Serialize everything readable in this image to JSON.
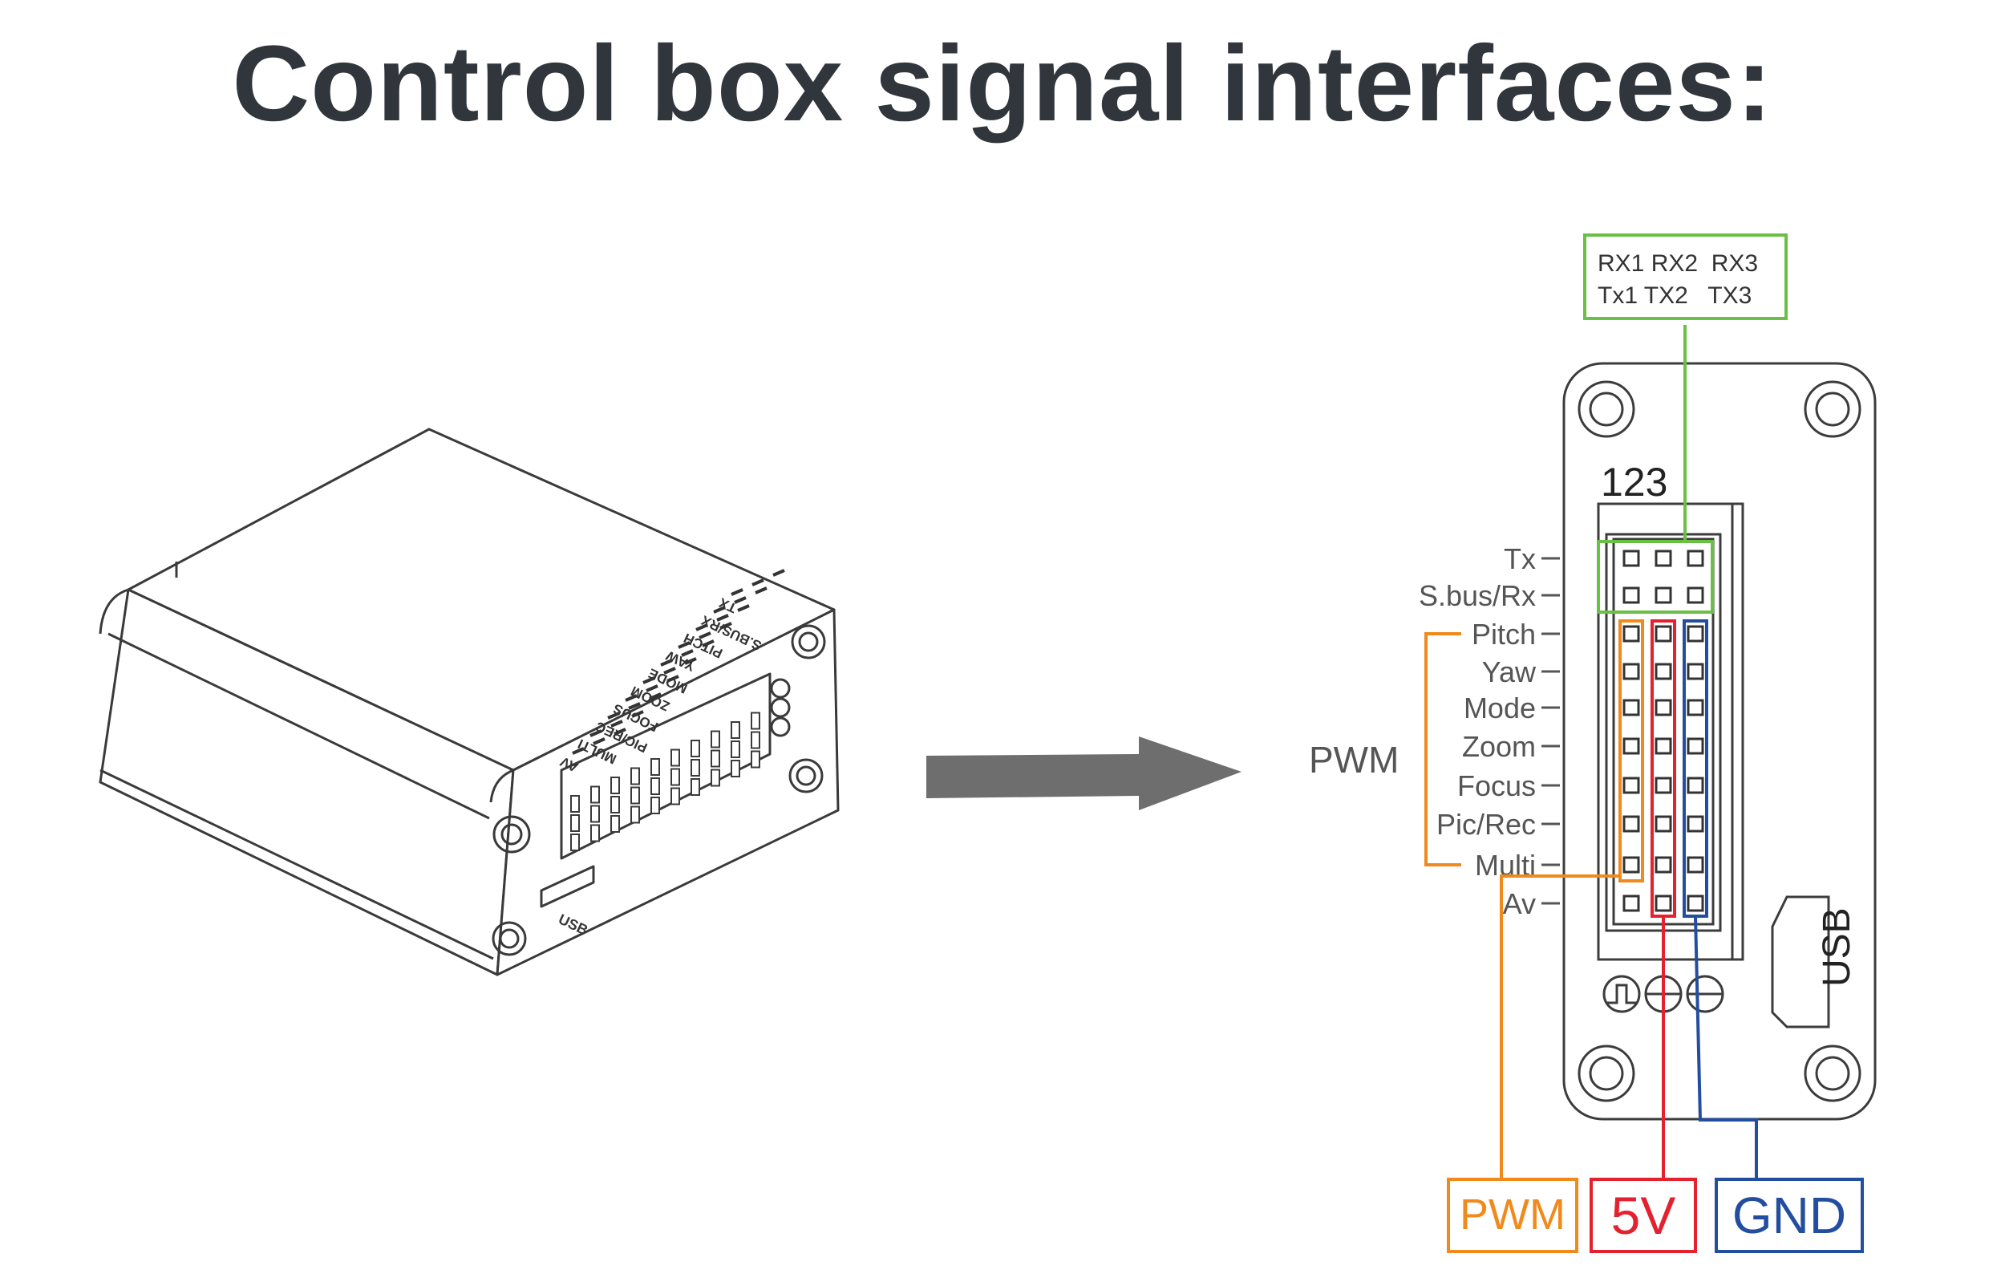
{
  "title": "Control box signal interfaces:",
  "device_illustration": {
    "top_labels": [
      "TX",
      "S.BUS/RX",
      "PITCH",
      "YAW",
      "MODE",
      "ZOOM",
      "FOCUS",
      "PIC/REC",
      "MULTI",
      "AV"
    ],
    "port_label": "USB"
  },
  "arrow": {
    "color": "#6e6e6e"
  },
  "pinout": {
    "column_numbers": "123",
    "uart_box": {
      "line1": "RX1 RX2  RX3",
      "line2": "Tx1 TX2   TX3",
      "color": "#6abf45"
    },
    "rows": [
      {
        "label": "Tx"
      },
      {
        "label": "S.bus/Rx"
      },
      {
        "label": "Pitch"
      },
      {
        "label": "Yaw"
      },
      {
        "label": "Mode"
      },
      {
        "label": "Zoom"
      },
      {
        "label": "Focus"
      },
      {
        "label": "Pic/Rec"
      },
      {
        "label": "Multi"
      },
      {
        "label": "Av"
      }
    ],
    "pwm_group_label": "PWM",
    "usb_label": "USB",
    "symbols": [
      "pwm-signal",
      "positive",
      "negative"
    ],
    "legend": [
      {
        "label": "PWM",
        "color": "#f08a1c"
      },
      {
        "label": "5V",
        "color": "#e3212f"
      },
      {
        "label": "GND",
        "color": "#234ea0"
      }
    ]
  }
}
